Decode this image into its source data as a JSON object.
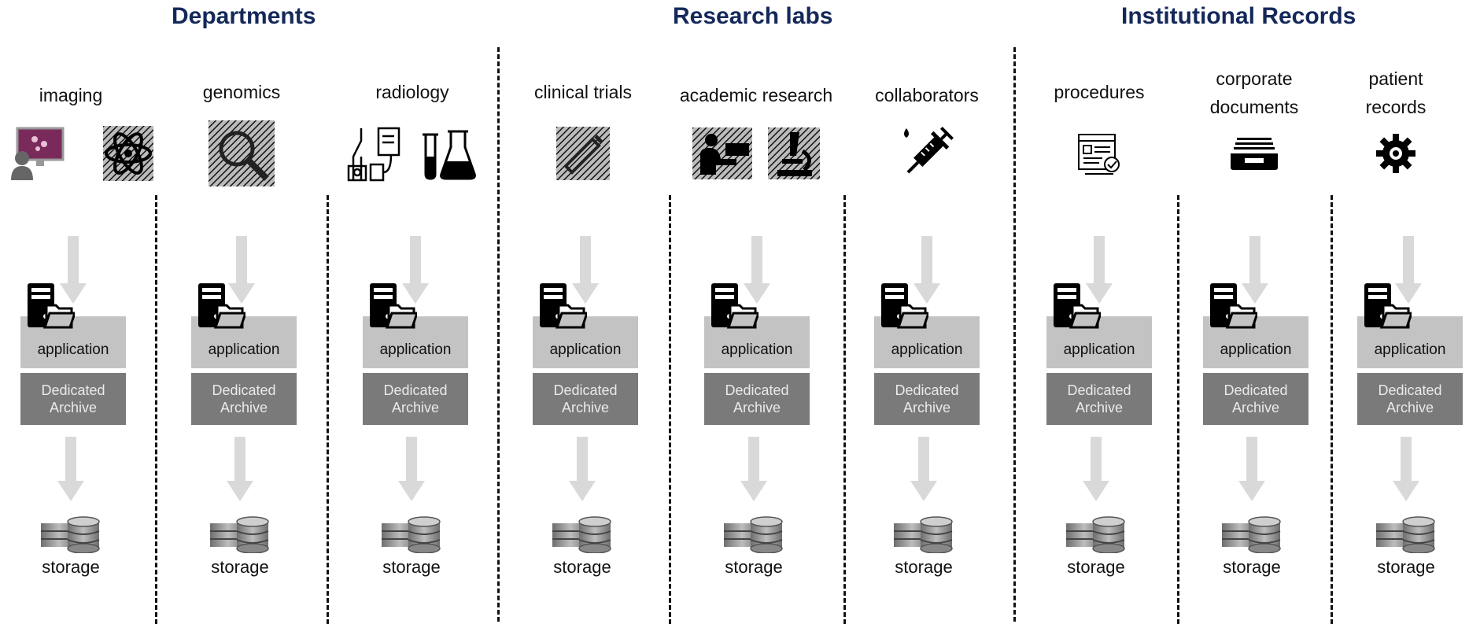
{
  "groups": [
    {
      "title": "Departments"
    },
    {
      "title": "Research labs"
    },
    {
      "title": "Institutional Records"
    }
  ],
  "columns": [
    {
      "label": "imaging",
      "icons": [
        "lab-computer-icon",
        "atom-icon"
      ]
    },
    {
      "label": "genomics",
      "icons": [
        "dna-magnifier-icon"
      ]
    },
    {
      "label": "radiology",
      "icons": [
        "lab-equipment-icon",
        "flask-icon"
      ]
    },
    {
      "label": "clinical trials",
      "icons": [
        "medical-trial-icon"
      ]
    },
    {
      "label": "academic research",
      "icons": [
        "researcher-icon",
        "microscope-icon"
      ]
    },
    {
      "label": "collaborators",
      "icons": [
        "syringe-icon"
      ]
    },
    {
      "label": "procedures",
      "icons": [
        "procedure-document-icon"
      ]
    },
    {
      "label": "corporate documents",
      "icons": [
        "document-tray-icon"
      ]
    },
    {
      "label": "patient records",
      "icons": [
        "gear-icon"
      ]
    }
  ],
  "stack": {
    "application_label": "application",
    "archive_line1": "Dedicated",
    "archive_line2": "Archive",
    "storage_label": "storage"
  },
  "colors": {
    "title": "#14285a",
    "application_box": "#c3c3c3",
    "archive_box": "#7a7a7a",
    "arrow": "#d9d9d9"
  }
}
